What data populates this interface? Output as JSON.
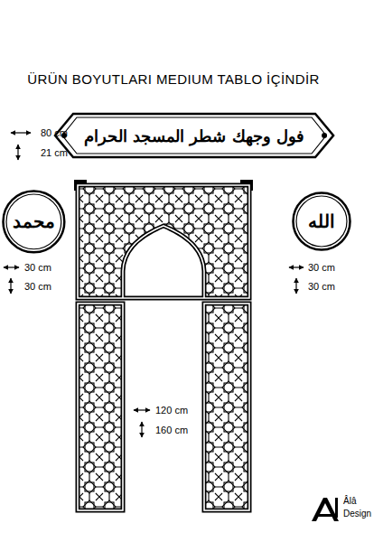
{
  "diagram": {
    "title": "ÜRÜN BOYUTLARI MEDIUM TABLO İÇİNDİR",
    "nodes": [
      {
        "text": [
          "فول وجهك شطر المسجد الحرام"
        ]
      },
      {
        "text": [
          "محمد"
        ]
      },
      {
        "text": [
          "الله"
        ]
      }
    ],
    "labels": [
      "80 cm",
      "21 cm",
      "30 cm",
      "30 cm",
      "30 cm",
      "30 cm",
      "120 cm",
      "160 cm",
      "Âlâ",
      "Design"
    ]
  }
}
